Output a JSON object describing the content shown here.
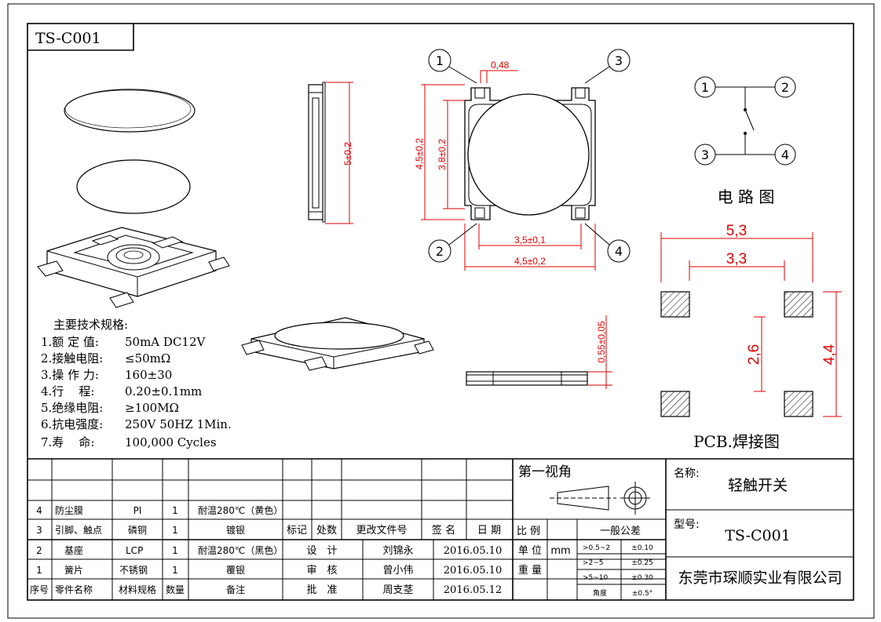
{
  "part_code": "TS-C001",
  "specs": {
    "title": "主要技术规格:",
    "lines": [
      {
        "label": "1.额 定 值:",
        "value": "50mA DC12V"
      },
      {
        "label": "2.接触电阻:",
        "value": "≤50mΩ"
      },
      {
        "label": "3.操 作 力:",
        "value": "160±30"
      },
      {
        "label": "4.行    程:",
        "value": "0.20±0.1mm"
      },
      {
        "label": "5.绝缘电阻:",
        "value": "≥100MΩ"
      },
      {
        "label": "6.抗电强度:",
        "value": "250V 50HZ 1Min."
      },
      {
        "label": "7.寿    命:",
        "value": "100,000 Cycles"
      }
    ]
  },
  "dims": {
    "side_height": "5±0,2",
    "lead_width": "0,48",
    "body_outer": "4,5±0,2",
    "body_inner": "3,8±0,2",
    "pitch": "3,5±0,1",
    "body_width": "4,5±0,2",
    "thickness": "0,55±0,05",
    "pcb_outer_w": "5,3",
    "pcb_inner_w": "3,3",
    "pcb_inner_h": "2,6",
    "pcb_outer_h": "4,4"
  },
  "pins": [
    "1",
    "2",
    "3",
    "4"
  ],
  "circuit_title": "电 路 图",
  "pcb_title": "PCB.焊接图",
  "table": {
    "rows": [
      {
        "no": "4",
        "name": "防尘膜",
        "material": "PI",
        "qty": "1",
        "remark": "耐温280℃（黄色）"
      },
      {
        "no": "3",
        "name": "引脚、触点",
        "material": "磷铜",
        "qty": "1",
        "remark": "镀银"
      },
      {
        "no": "2",
        "name": "基座",
        "material": "LCP",
        "qty": "1",
        "remark": "耐温280℃（黑色）"
      },
      {
        "no": "1",
        "name": "簧片",
        "material": "不锈钢",
        "qty": "1",
        "remark": "覆银"
      }
    ],
    "header": {
      "no": "序号",
      "name": "零件名称",
      "material": "材料规格",
      "qty": "数量",
      "remark": "备注"
    },
    "rev_headers": {
      "mark": "标记",
      "count": "处数",
      "doc": "更改文件号",
      "sign": "签 名",
      "date": "日 期"
    },
    "approvals": [
      {
        "role": "设　计",
        "name": "刘锦永",
        "date": "2016.05.10"
      },
      {
        "role": "审　核",
        "name": "曾小伟",
        "date": "2016.05.10"
      },
      {
        "role": "批　准",
        "name": "周支茎",
        "date": "2016.05.12"
      }
    ],
    "first_angle": "第一视角",
    "ratio_label": "比 例",
    "unit_label": "单 位",
    "unit_value": "mm",
    "weight_label": "重 量",
    "tolerance": {
      "title": "一般公差",
      "rows": [
        {
          "range": ">0.5~2",
          "value": "±0.10"
        },
        {
          "range": ">2~5",
          "value": "±0.25"
        },
        {
          "range": ">5~10",
          "value": "±0.30"
        },
        {
          "range": "角度",
          "value": "±0.5°"
        }
      ]
    },
    "name_label": "名称:",
    "name_value": "轻触开关",
    "model_label": "型号:",
    "model_value": "TS-C001",
    "company": "东莞市琛顺实业有限公司"
  }
}
